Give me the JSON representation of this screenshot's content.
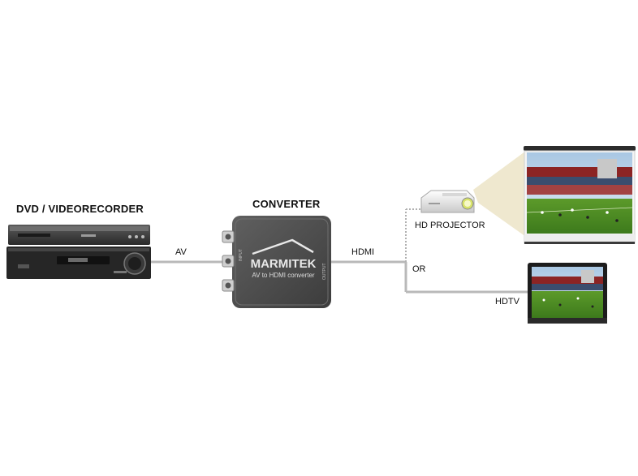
{
  "devices": {
    "source_label": "DVD / VIDEORECORDER",
    "converter_label": "CONVERTER",
    "projector_label": "HD PROJECTOR",
    "tv_label": "HDTV"
  },
  "connections": {
    "av_label": "AV",
    "hdmi_label": "HDMI",
    "or_label": "OR"
  },
  "converter_face": {
    "brand": "MARMITEK",
    "subtitle": "AV to HDMI converter",
    "output_port": "OUTPUT",
    "input_port": "INPUT"
  },
  "colors": {
    "cable": "#b9b9b9",
    "converter_body": "#4d4d4d",
    "device_dark": "#2a2a2a",
    "beam": "#efe8cf"
  }
}
